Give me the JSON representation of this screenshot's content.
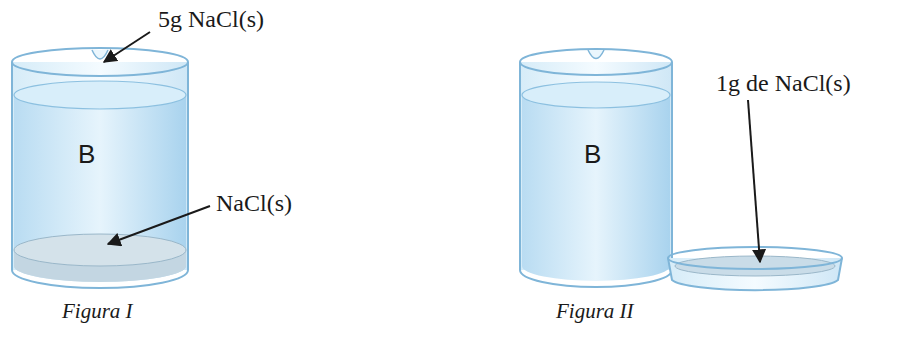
{
  "diagram": {
    "labels": [
      "5g NaCl(s)",
      "B",
      "NaCl(s)",
      "Figura I",
      "B",
      "1g de NaCl(s)",
      "Figura II"
    ]
  }
}
